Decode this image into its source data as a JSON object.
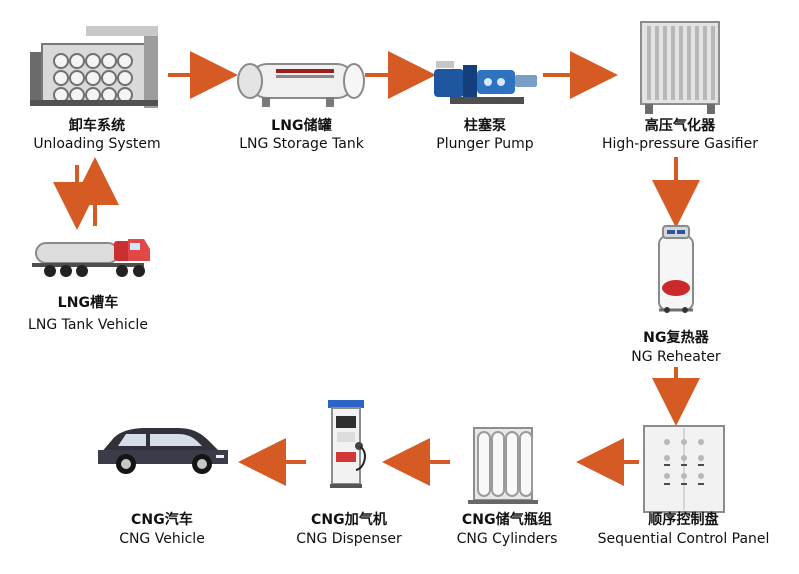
{
  "diagram": {
    "accent_color": "#d65a24",
    "nodes": {
      "unloading": {
        "cn": "卸车系统",
        "en": "Unloading System",
        "icon": "unloading-system-icon"
      },
      "storage_tank": {
        "cn": "LNG储罐",
        "en": "LNG Storage Tank",
        "icon": "storage-tank-icon"
      },
      "plunger_pump": {
        "cn": "柱塞泵",
        "en": "Plunger Pump",
        "icon": "plunger-pump-icon"
      },
      "gasifier": {
        "cn": "高压气化器",
        "en": "High-pressure Gasifier",
        "icon": "gasifier-icon"
      },
      "tank_vehicle": {
        "cn": "LNG槽车",
        "en": "LNG Tank Vehicle",
        "icon": "tank-truck-icon"
      },
      "reheater": {
        "cn": "NG复热器",
        "en": "NG Reheater",
        "icon": "reheater-icon"
      },
      "control_panel": {
        "cn": "顺序控制盘",
        "en": "Sequential Control Panel",
        "icon": "control-panel-icon"
      },
      "cylinders": {
        "cn": "CNG储气瓶组",
        "en": "CNG Cylinders",
        "icon": "gas-cylinders-icon"
      },
      "dispenser": {
        "cn": "CNG加气机",
        "en": "CNG Dispenser",
        "icon": "dispenser-icon"
      },
      "vehicle": {
        "cn": "CNG汽车",
        "en": "CNG Vehicle",
        "icon": "car-icon"
      }
    }
  }
}
